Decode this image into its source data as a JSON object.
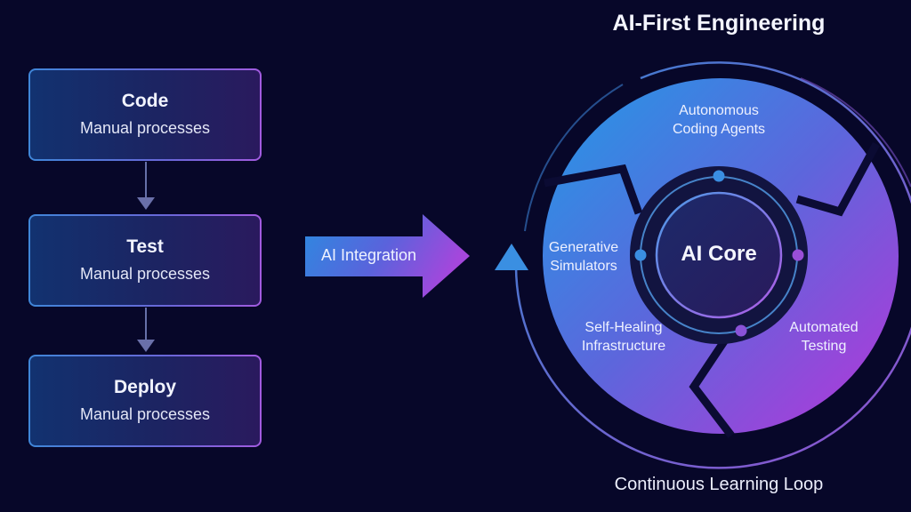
{
  "legacy_pipeline": {
    "stages": [
      {
        "title": "Code",
        "subtitle": "Manual processes"
      },
      {
        "title": "Test",
        "subtitle": "Manual processes"
      },
      {
        "title": "Deploy",
        "subtitle": "Manual processes"
      }
    ]
  },
  "transition": {
    "label": "AI Integration"
  },
  "ai_first": {
    "title": "AI-First Engineering",
    "core_label": "AI Core",
    "segments": [
      {
        "label": "Autonomous Coding Agents",
        "lines": [
          "Autonomous",
          "Coding Agents"
        ]
      },
      {
        "label": "Generative Simulators",
        "lines": [
          "Generative",
          "Simulators"
        ]
      },
      {
        "label": "Self-Healing Infrastructure",
        "lines": [
          "Self-Healing",
          "Infrastructure"
        ]
      },
      {
        "label": "Automated Testing",
        "lines": [
          "Automated",
          "Testing"
        ]
      }
    ],
    "loop_caption": "Continuous Learning Loop"
  },
  "colors": {
    "background": "#070729",
    "accent_blue": "#3a8be0",
    "accent_purple": "#a34fe0",
    "core_dark": "#141747"
  }
}
